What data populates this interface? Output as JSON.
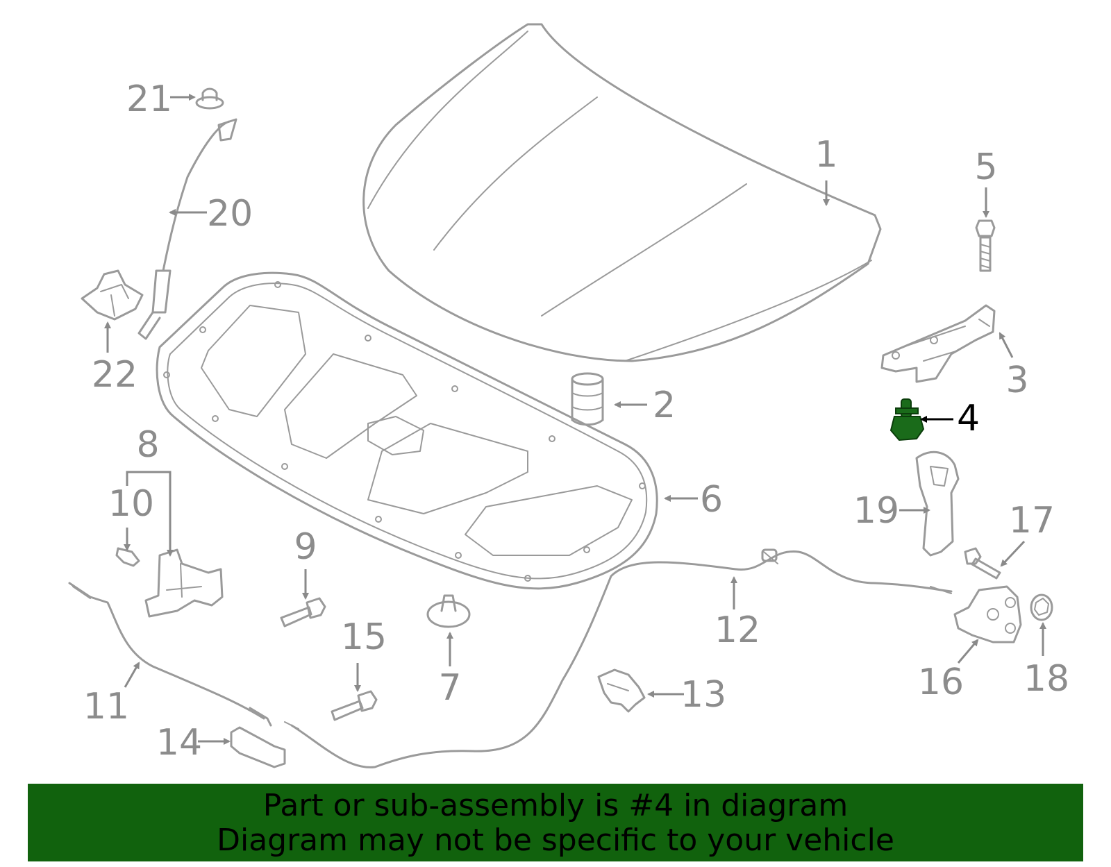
{
  "callouts": {
    "c1": "1",
    "c2": "2",
    "c3": "3",
    "c4": "4",
    "c5": "5",
    "c6": "6",
    "c7": "7",
    "c8": "8",
    "c9": "9",
    "c10": "10",
    "c11": "11",
    "c12": "12",
    "c13": "13",
    "c14": "14",
    "c15": "15",
    "c16": "16",
    "c17": "17",
    "c18": "18",
    "c19": "19",
    "c20": "20",
    "c21": "21",
    "c22": "22"
  },
  "highlight": {
    "part": "4",
    "color": "#1a6b1a"
  },
  "banner": {
    "line1": "Part or sub-assembly is #4 in diagram",
    "line2": "Diagram may not be specific to your vehicle",
    "background": "#11620d"
  }
}
